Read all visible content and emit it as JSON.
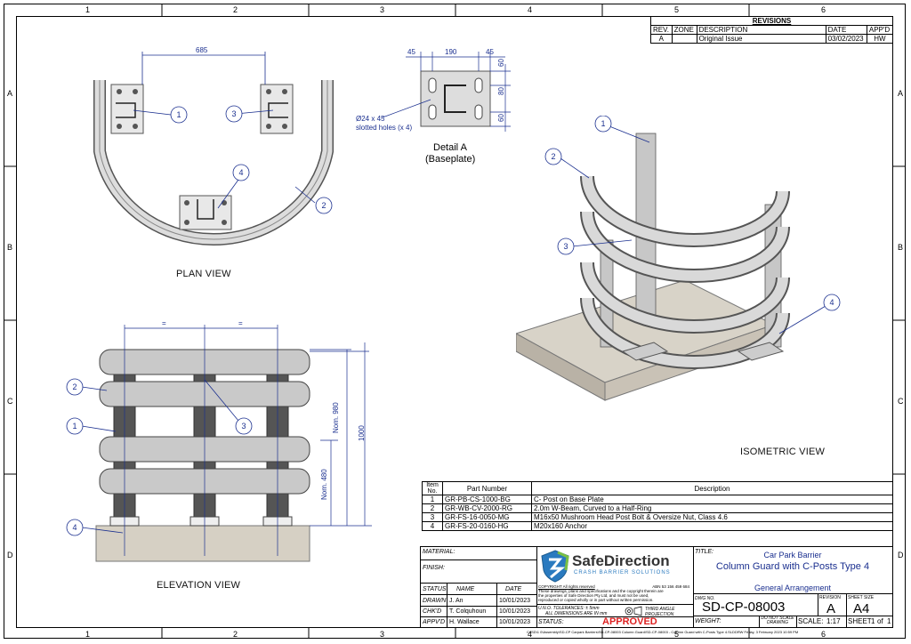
{
  "zones": {
    "columns": [
      "1",
      "2",
      "3",
      "4",
      "5",
      "6"
    ],
    "rows": [
      "A",
      "B",
      "C",
      "D"
    ]
  },
  "revisions": {
    "title": "REVISIONS",
    "headers": [
      "REV.",
      "ZONE",
      "DESCRIPTION",
      "DATE",
      "APP'D"
    ],
    "rows": [
      {
        "rev": "A",
        "zone": "",
        "description": "Original Issue",
        "date": "03/02/2023",
        "appd": "HW"
      }
    ]
  },
  "views": {
    "plan": "PLAN VIEW",
    "elevation": "ELEVATION VIEW",
    "isometric": "ISOMETRIC VIEW",
    "detail_title": "Detail A",
    "detail_subtitle": "(Baseplate)"
  },
  "dimensions": {
    "plan_width": "685",
    "detail_left": "45",
    "detail_mid": "190",
    "detail_right": "45",
    "detail_v1": "60",
    "detail_v2": "80",
    "detail_v3": "60",
    "slot_note_1": "Ø24 x 45",
    "slot_note_2": "slotted holes (x 4)",
    "elev_eq": "=",
    "elev_980": "Nom. 980",
    "elev_1000": "1000",
    "elev_480": "Nom. 480"
  },
  "callouts": {
    "c1": "1",
    "c2": "2",
    "c3": "3",
    "c4": "4"
  },
  "parts": {
    "headers": [
      "Item No.",
      "Part Number",
      "Description"
    ],
    "rows": [
      {
        "item": "1",
        "part": "GR-PB-CS-1000-BG",
        "desc": "C- Post on Base Plate"
      },
      {
        "item": "2",
        "part": "GR-WB-CV-2000-RG",
        "desc": "2.0m W-Beam, Curved to a Half-Ring"
      },
      {
        "item": "3",
        "part": "GR-FS-16-0050-MG",
        "desc": "M16x50 Mushroom Head Post Bolt & Oversize Nut, Class 4.6"
      },
      {
        "item": "4",
        "part": "GR-FS-20-0160-HG",
        "desc": "M20x160 Anchor"
      }
    ]
  },
  "titleblock": {
    "material": "MATERIAL:",
    "finish": "FINISH:",
    "status_hdr": "STATUS",
    "name_hdr": "NAME",
    "date_hdr": "DATE",
    "drawn_lbl": "DRAWN",
    "drawn_name": "J. An",
    "drawn_date": "10/01/2023",
    "chkd_lbl": "CHK'D",
    "chkd_name": "T. Colquhoun",
    "chkd_date": "10/01/2023",
    "appd_lbl": "APPV'D",
    "appd_name": "H. Wallace",
    "appd_date": "10/01/2023",
    "logo_main": "SafeDirection",
    "logo_sub": "CRASH BARRIER SOLUTIONS",
    "copyright_1": "COPYRIGHT   All rights reserved",
    "abn": "ABN 53 156 459 684",
    "copyright_2": "These drawings, plans and specifications and the copyright therein are",
    "copyright_3": "the properties of Safe Direction Pty Ltd, and must not be used,",
    "copyright_4": "reproduced or copied wholly or in part without written permission.",
    "tol_1": "U.N.O. TOLERANCES: ± 5mm",
    "tol_2": "ALL DIMENSIONS ARE IN mm",
    "projection": "THIRD ANGLE PROJECTION",
    "status_lbl": "STATUS:",
    "status_val": "APPROVED",
    "title_lbl": "TITLE:",
    "title_1": "Car Park Barrier",
    "title_2": "Column Guard with C-Posts Type 4",
    "title_3": "General Arrangement",
    "dwg_lbl": "DWG NO.",
    "dwg_no": "SD-CP-08003",
    "rev_lbl": "REVISION",
    "rev_val": "A",
    "size_lbl": "SHEET SIZE",
    "size_val": "A4",
    "weight_lbl": "WEIGHT:",
    "noscale": "DO NOT SCALE DRAWING",
    "scale_lbl": "SCALE:",
    "scale_val": "1:17",
    "sheet_lbl": "SHEET",
    "sheet_val": "1",
    "sheet_of": "of",
    "sheet_total": "1"
  },
  "footer": "C:\\SD\\1 0\\Assembly\\SD-CP Carpark Barriers\\SD-CP-08003 Column Guard\\SD-CP-08003 - Column Guard with C-Posts Type 4.SLDDRW    Friday, 3 February 2023 10:59 PM"
}
